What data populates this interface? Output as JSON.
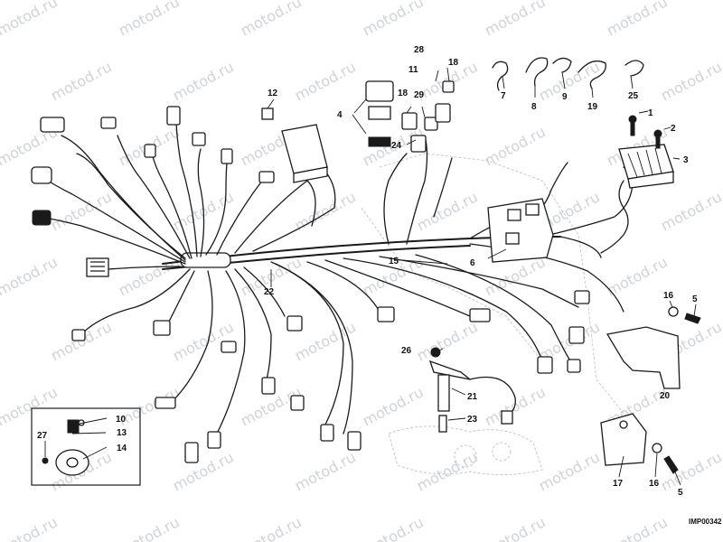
{
  "watermark": "motod.ru",
  "image_code": "IMP00342",
  "callouts": {
    "c1": "1",
    "c2": "2",
    "c3": "3",
    "c4": "4",
    "c5a": "5",
    "c5b": "5",
    "c6": "6",
    "c7": "7",
    "c8": "8",
    "c9": "9",
    "c10": "10",
    "c11": "11",
    "c12": "12",
    "c13": "13",
    "c14": "14",
    "c15": "15",
    "c16a": "16",
    "c16b": "16",
    "c17": "17",
    "c18a": "18",
    "c18b": "18",
    "c19": "19",
    "c20": "20",
    "c21": "21",
    "c22": "22",
    "c23": "23",
    "c24": "24",
    "c25": "25",
    "c26": "26",
    "c27": "27",
    "c28": "28",
    "c29": "29"
  }
}
